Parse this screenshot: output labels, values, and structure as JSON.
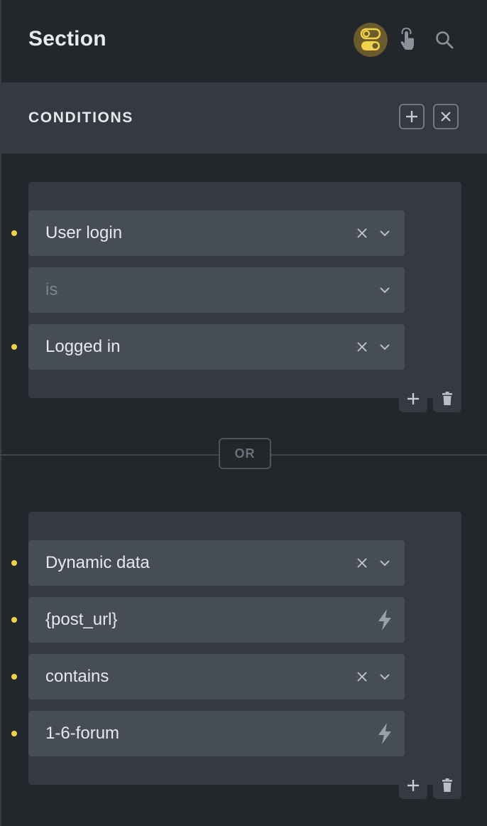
{
  "header": {
    "title": "Section"
  },
  "conditions": {
    "title": "CONDITIONS"
  },
  "groups": [
    {
      "rows": [
        {
          "text": "User login",
          "placeholder": false
        },
        {
          "text": "is",
          "placeholder": true
        },
        {
          "text": "Logged in",
          "placeholder": false
        }
      ]
    },
    {
      "rows": [
        {
          "text": "Dynamic data",
          "placeholder": false
        },
        {
          "text": "{post_url}",
          "placeholder": false
        },
        {
          "text": "contains",
          "placeholder": false
        },
        {
          "text": "1-6-forum",
          "placeholder": false
        }
      ]
    }
  ],
  "divider": {
    "label": "OR"
  },
  "colors": {
    "background": "#23262b",
    "panel": "#353941",
    "field": "#474d56",
    "accent": "#f3d24e",
    "active_icon_bg": "#6b5b2c"
  }
}
